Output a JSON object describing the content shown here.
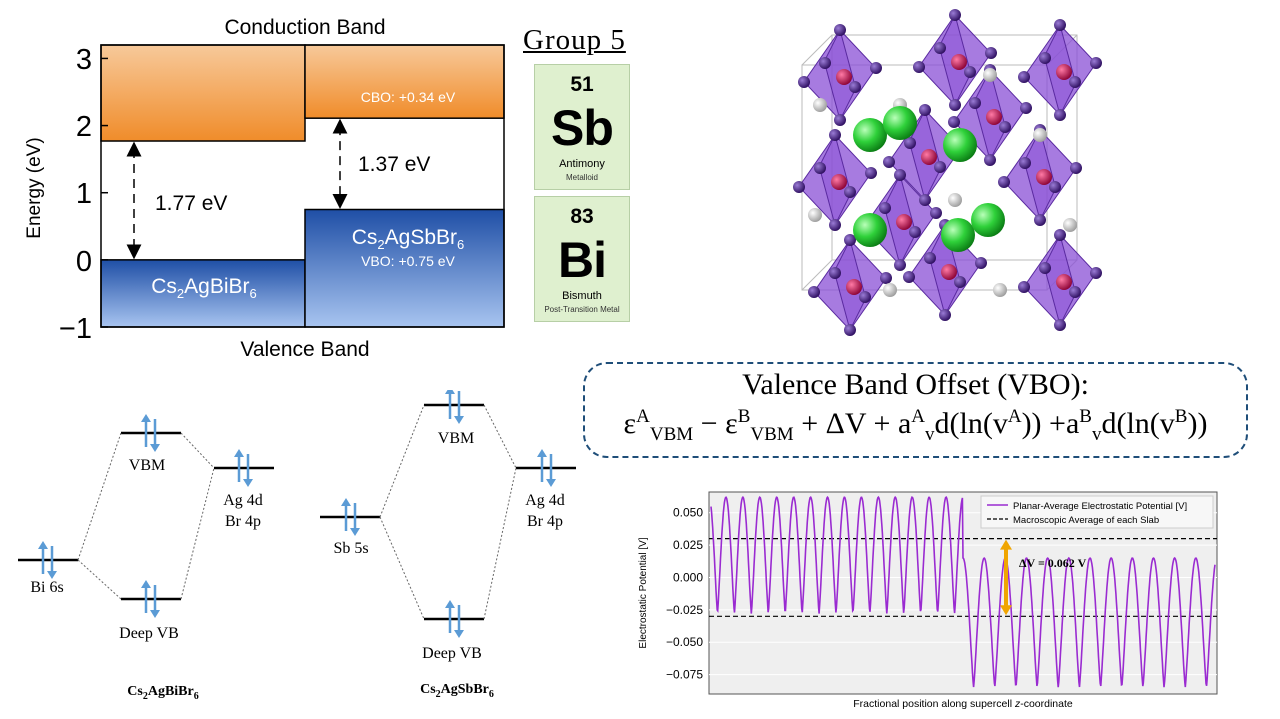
{
  "band_diagram": {
    "title_top": "Conduction Band",
    "title_bottom": "Valence Band",
    "ylabel": "Energy (eV)",
    "yticks": [
      "3",
      "2",
      "1",
      "0",
      "−1"
    ],
    "gap_left": "1.77 eV",
    "gap_right": "1.37 eV",
    "cbo": "CBO: +0.34 eV",
    "vbo": "VBO: +0.75 eV",
    "bi_label": {
      "pre": "Cs",
      "s1": "2",
      "mid": "AgBiBr",
      "s2": "6"
    },
    "sb_label": {
      "pre": "Cs",
      "s1": "2",
      "mid": "AgSbBr",
      "s2": "6"
    },
    "levels": {
      "ylim": [
        -1,
        3.2
      ],
      "cb_left": 1.77,
      "cb_right": 2.11,
      "vb_left": 0.0,
      "vb_right": 0.75
    }
  },
  "group": {
    "title": "Group 5",
    "elements": [
      {
        "number": "51",
        "symbol": "Sb",
        "name": "Antimony",
        "category": "Metalloid"
      },
      {
        "number": "83",
        "symbol": "Bi",
        "name": "Bismuth",
        "category": "Post-Transition Metal"
      }
    ]
  },
  "vbo_formula": {
    "title": "Valence Band Offset (VBO):",
    "epsilon": "ε",
    "sup_a": "A",
    "sup_b": "B",
    "sub_vbm": "VBM",
    "minus": " − ",
    "plus_dv": " + ΔV + a",
    "sub_v": "v",
    "d_ln": "d(ln(v",
    "close": "))",
    "plus_a": "  +a"
  },
  "mo_left": {
    "formula": {
      "pre": "Cs",
      "s1": "2",
      "mid": "AgBiBr",
      "s2": "6"
    },
    "vbm": "VBM",
    "deep_vb": "Deep VB",
    "left_level": "Bi 6s",
    "right_level_1": "Ag 4d",
    "right_level_2": "Br 4p"
  },
  "mo_right": {
    "formula": {
      "pre": "Cs",
      "s1": "2",
      "mid": "AgSbBr",
      "s2": "6"
    },
    "vbm": "VBM",
    "deep_vb": "Deep VB",
    "left_level": "Sb 5s",
    "right_level_1": "Ag 4d",
    "right_level_2": "Br 4p"
  },
  "chart_data": {
    "type": "line",
    "ylabel": "Electrostatic Potential [V]",
    "xlabel_pre": "Fractional position along supercell ",
    "xlabel_var": "z",
    "xlabel_post": "-coordinate",
    "yticks": [
      "0.050",
      "0.025",
      "0.000",
      "−0.025",
      "−0.050",
      "−0.075"
    ],
    "ylim": [
      -0.09,
      0.066
    ],
    "grid": true,
    "legend_position": "top-right",
    "series": [
      {
        "name": "Planar-Average Electrostatic Potential [V]",
        "color": "#9a2bd1",
        "period_count_left": 15,
        "period_count_right": 12,
        "left_min": -0.028,
        "left_max": 0.062,
        "right_min": -0.085,
        "right_max": 0.015
      },
      {
        "name": "Macroscopic Average of each Slab",
        "color": "#000000",
        "upper": 0.03,
        "lower": -0.03
      }
    ],
    "annotation": "ΔV = 0.062 V",
    "annotation_color": "#f0a500"
  }
}
